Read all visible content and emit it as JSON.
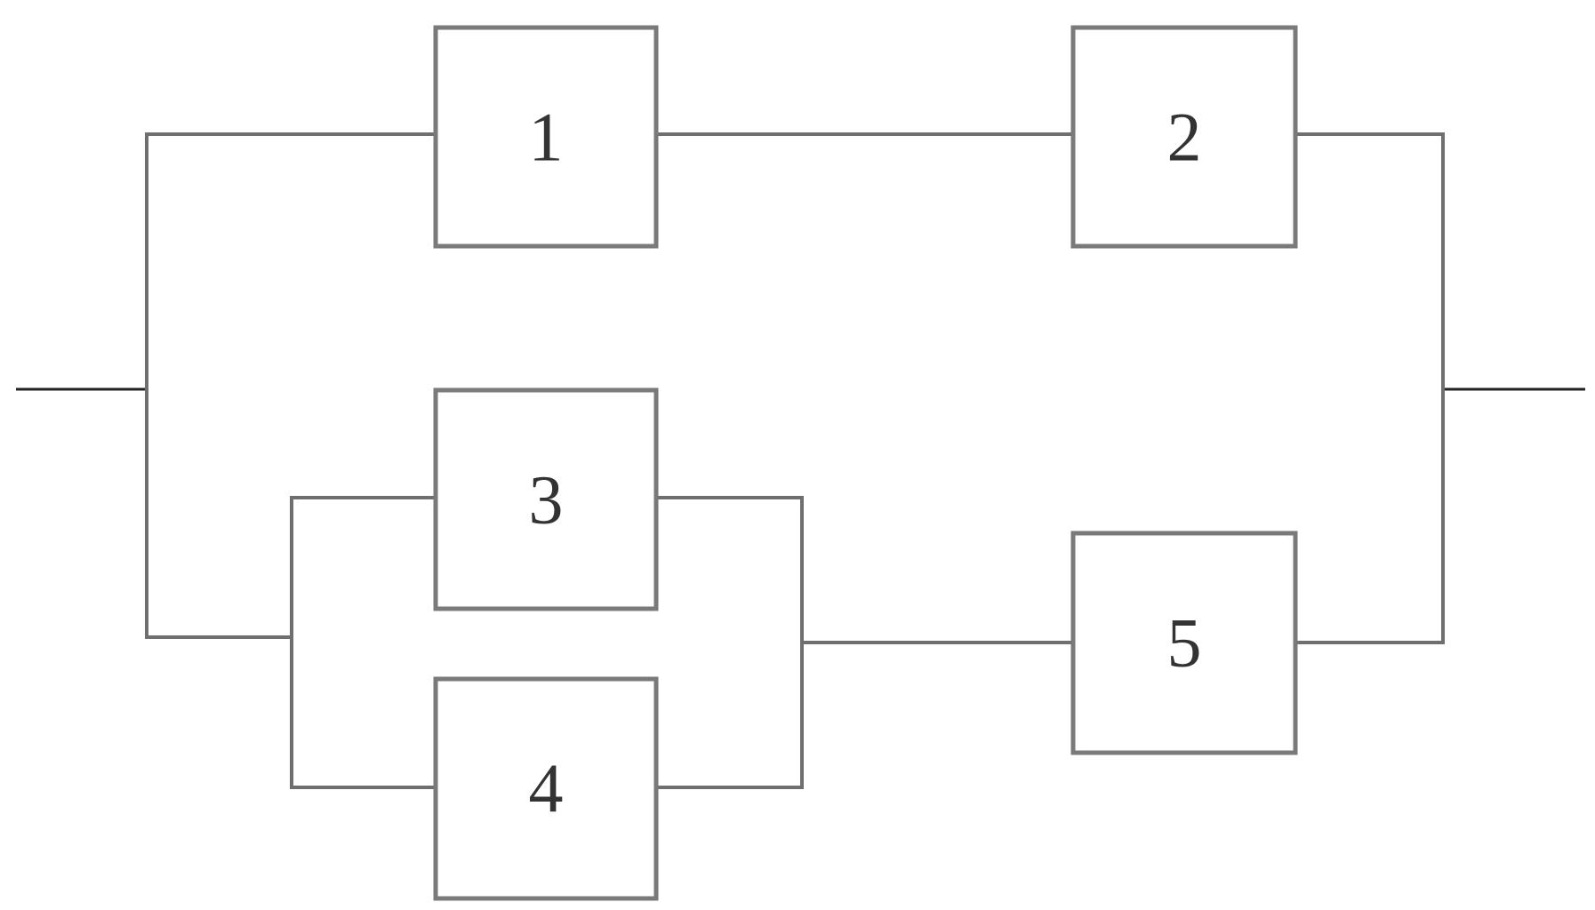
{
  "diagram": {
    "blocks": [
      {
        "id": "b1",
        "label": "1"
      },
      {
        "id": "b2",
        "label": "2"
      },
      {
        "id": "b3",
        "label": "3"
      },
      {
        "id": "b4",
        "label": "4"
      },
      {
        "id": "b5",
        "label": "5"
      }
    ]
  }
}
